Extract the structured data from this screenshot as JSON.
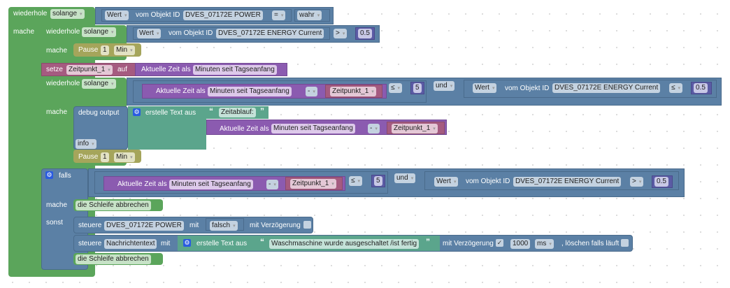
{
  "outer_loop": {
    "keyword": "wiederhole",
    "mode": "solange",
    "do": "mache",
    "cond": {
      "prop": "Wert",
      "of": "vom Objekt ID",
      "object": "DVES_07172E POWER",
      "op": "=",
      "value": "wahr"
    }
  },
  "inner_loop": {
    "keyword": "wiederhole",
    "mode": "solange",
    "do": "mache",
    "cond": {
      "prop": "Wert",
      "of": "vom Objekt ID",
      "object": "DVES_07172E ENERGY  Current",
      "op": ">",
      "value": "0.5"
    },
    "pause": {
      "label": "Pause",
      "value": "1",
      "unit": "Min"
    }
  },
  "set_var": {
    "keyword": "setze",
    "var": "Zeitpunkt_1",
    "to": "auf",
    "time_label": "Aktuelle Zeit als",
    "time_fmt": "Minuten seit Tagseanfang"
  },
  "loop2": {
    "keyword": "wiederhole",
    "mode": "solange",
    "do": "mache",
    "left": {
      "time_label": "Aktuelle Zeit als",
      "time_fmt": "Minuten seit Tagseanfang",
      "minus": "-",
      "var": "Zeitpunkt_1",
      "op": "≤",
      "value": "5"
    },
    "and": "und",
    "right": {
      "prop": "Wert",
      "of": "vom Objekt ID",
      "object": "DVES_07172E ENERGY  Current",
      "op": "≤",
      "value": "0.5"
    },
    "debug": {
      "label": "debug output",
      "create": "erstelle Text aus",
      "text": "Zeitablauf:",
      "time_label": "Aktuelle Zeit als",
      "time_fmt": "Minuten seit Tagseanfang",
      "minus": "-",
      "var": "Zeitpunkt_1",
      "level": "info"
    },
    "pause": {
      "label": "Pause",
      "value": "1",
      "unit": "Min"
    }
  },
  "if_block": {
    "keyword": "falls",
    "do": "mache",
    "else": "sonst",
    "left": {
      "time_label": "Aktuelle Zeit als",
      "time_fmt": "Minuten seit Tagseanfang",
      "minus": "-",
      "var": "Zeitpunkt_1",
      "op": "≤",
      "value": "5"
    },
    "and": "und",
    "right": {
      "prop": "Wert",
      "of": "vom Objekt ID",
      "object": "DVES_07172E ENERGY  Current",
      "op": ">",
      "value": "0.5"
    },
    "break1": "die Schleife abbrechen",
    "ctrl1": {
      "label": "steuere",
      "object": "DVES_07172E POWER",
      "with": "mit",
      "value": "falsch",
      "delay": "mit Verzögerung"
    },
    "ctrl2": {
      "label": "steuere",
      "object": "Nachrichtentext",
      "with": "mit",
      "create": "erstelle Text aus",
      "text": "Waschmaschine wurde ausgeschaltet /ist fertig",
      "delay": "mit Verzögerung",
      "check": "✓",
      "delay_value": "1000",
      "unit": "ms",
      "clear": ", löschen falls läuft"
    },
    "break2": "die Schleife abbrechen"
  }
}
